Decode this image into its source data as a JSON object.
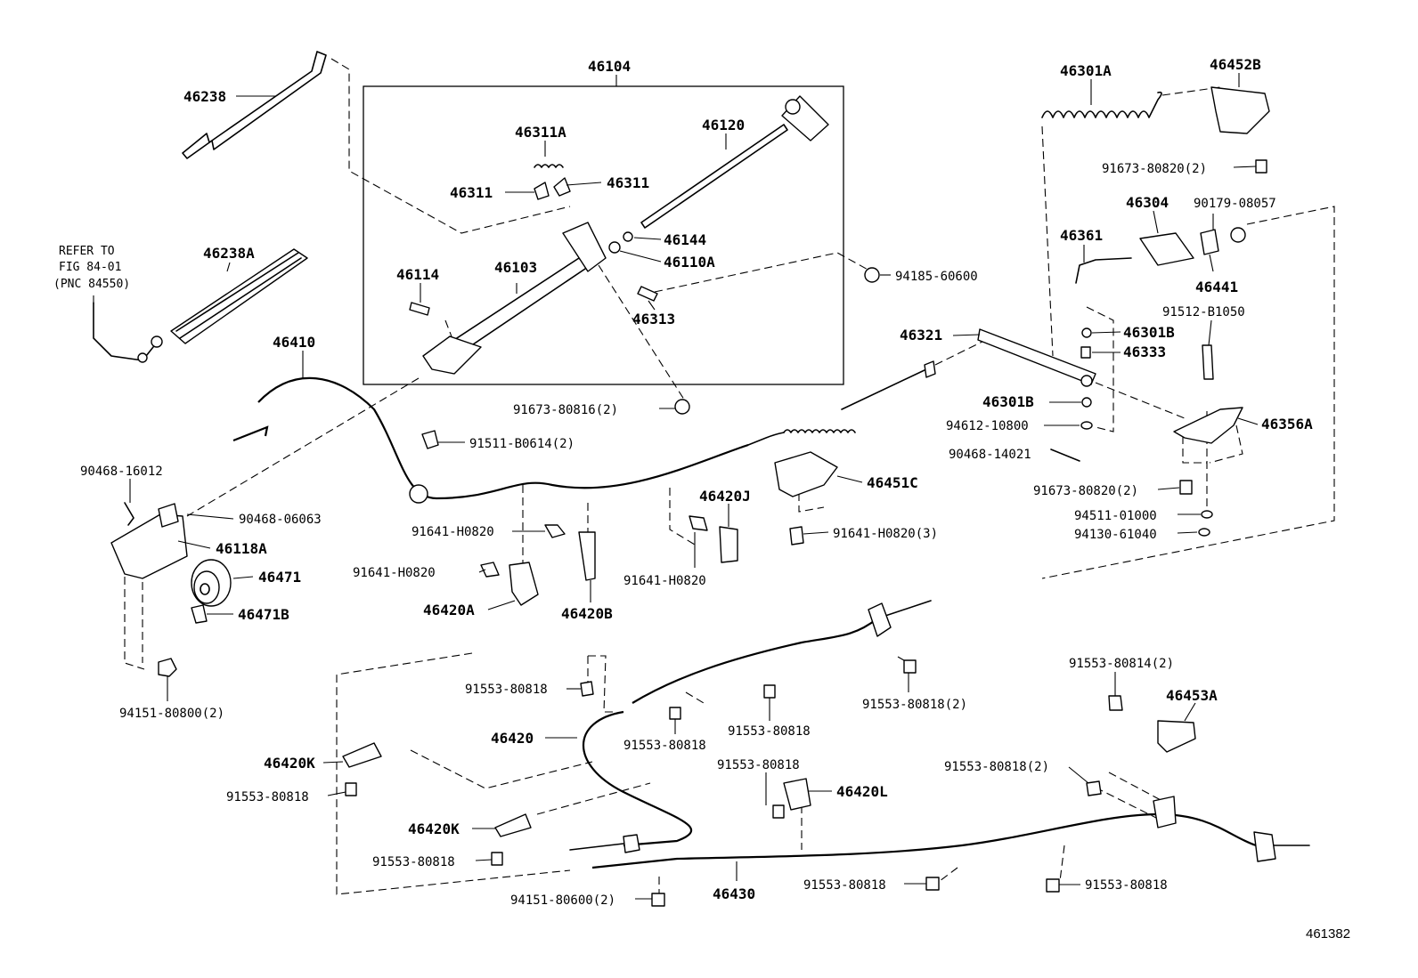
{
  "figure_number": "461382",
  "refer_note": [
    "REFER TO",
    "FIG 84-01",
    "(PNC 84550)"
  ],
  "labels": {
    "l46104": "46104",
    "l46238": "46238",
    "l46311A": "46311A",
    "l46120": "46120",
    "l46311_left": "46311",
    "l46311_right": "46311",
    "l46238A": "46238A",
    "l46144": "46144",
    "l46110A": "46110A",
    "l46114": "46114",
    "l46103": "46103",
    "l46313": "46313",
    "l94185_60600": "94185-60600",
    "l46410": "46410",
    "l91673_80816_2": "91673-80816(2)",
    "l91511_B0614_2": "91511-B0614(2)",
    "l90468_16012": "90468-16012",
    "l90468_06063": "90468-06063",
    "l46118A": "46118A",
    "l46471": "46471",
    "l46471B": "46471B",
    "l94151_80800_2": "94151-80800(2)",
    "l91641_H0820_a": "91641-H0820",
    "l91641_H0820_b": "91641-H0820",
    "l46420A": "46420A",
    "l46420B": "46420B",
    "l46420J": "46420J",
    "l91641_H0820_c": "91641-H0820",
    "l46451C": "46451C",
    "l91641_H0820_3": "91641-H0820(3)",
    "l46301A": "46301A",
    "l46452B": "46452B",
    "l91673_80820_2a": "91673-80820(2)",
    "l46304": "46304",
    "l90179_08057": "90179-08057",
    "l46361": "46361",
    "l46441": "46441",
    "l91512_B1050": "91512-B1050",
    "l46321": "46321",
    "l46301B_a": "46301B",
    "l46333": "46333",
    "l46301B_b": "46301B",
    "l94612_10800": "94612-10800",
    "l90468_14021": "90468-14021",
    "l46356A": "46356A",
    "l91673_80820_2b": "91673-80820(2)",
    "l94511_01000": "94511-01000",
    "l94130_61040": "94130-61040",
    "l91553_80818_a": "91553-80818",
    "l91553_80818_2a": "91553-80818(2)",
    "l46420": "46420",
    "l91553_80818_b": "91553-80818",
    "l91553_80818_c": "91553-80818",
    "l46420K_a": "46420K",
    "l91553_80818_d": "91553-80818",
    "l91553_80818_e": "91553-80818",
    "l46420L": "46420L",
    "l46420K_b": "46420K",
    "l91553_80818_f": "91553-80818",
    "l94151_80600_2": "94151-80600(2)",
    "l46430": "46430",
    "l91553_80818_g": "91553-80818",
    "l91553_80818_h": "91553-80818",
    "l91553_80814_2": "91553-80814(2)",
    "l46453A": "46453A",
    "l91553_80818_2b": "91553-80818(2)"
  }
}
